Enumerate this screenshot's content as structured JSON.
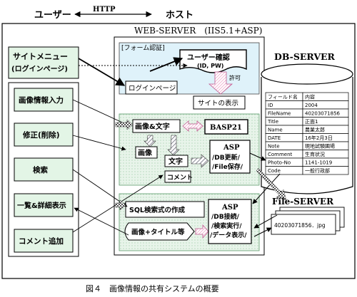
{
  "header": {
    "user": "ユーザー",
    "protocol": "HTTP",
    "host": "ホスト"
  },
  "web_server": {
    "title": "WEB-SERVER　(IIS5.1+ASP)",
    "form_auth": "[フォーム認証]",
    "user_check": "ユーザー確認",
    "id_pw": "(ID, PW)",
    "permit": "許可",
    "login_page": "ログインページ",
    "site_display": "サイトの表示",
    "image_text": "画像&文字",
    "basp": "BASP21",
    "image": "画像",
    "text": "文字",
    "comment": "コメント",
    "asp_update": [
      "ASP",
      "/DB更新/",
      "/File保存/"
    ],
    "sql_build": "SQL検索式の作成",
    "image_title": "画像+タイトル等",
    "asp_search": [
      "ASP",
      "/DB接続/",
      "/検索実行/",
      "/データ表示/"
    ]
  },
  "left_menu": {
    "site_menu": [
      "サイトメニュー",
      "(ログインページ)"
    ],
    "items": [
      "画像情報入力",
      "修正(削除)",
      "検索",
      "一覧&詳細表示",
      "コメント追加"
    ]
  },
  "db_server": {
    "title": "DB-SERVER",
    "headers": [
      "フィールド名",
      "内容"
    ],
    "rows": [
      [
        "ID",
        "2004"
      ],
      [
        "FileName",
        "40203071856"
      ],
      [
        "Title",
        "正面1"
      ],
      [
        "Name",
        "農業太郎"
      ],
      [
        "DATE",
        "16年2月3日"
      ],
      [
        "Note",
        "現地試験圃場"
      ],
      [
        "Comment",
        "生育状況"
      ],
      [
        "Photo-No",
        "1141-1019"
      ],
      [
        "Code",
        "一般行政部"
      ]
    ]
  },
  "file_server": {
    "title": "File-SERVER",
    "file_name": "40203071856．jpg"
  },
  "caption": "図４　画像情報の共有システムの概要"
}
